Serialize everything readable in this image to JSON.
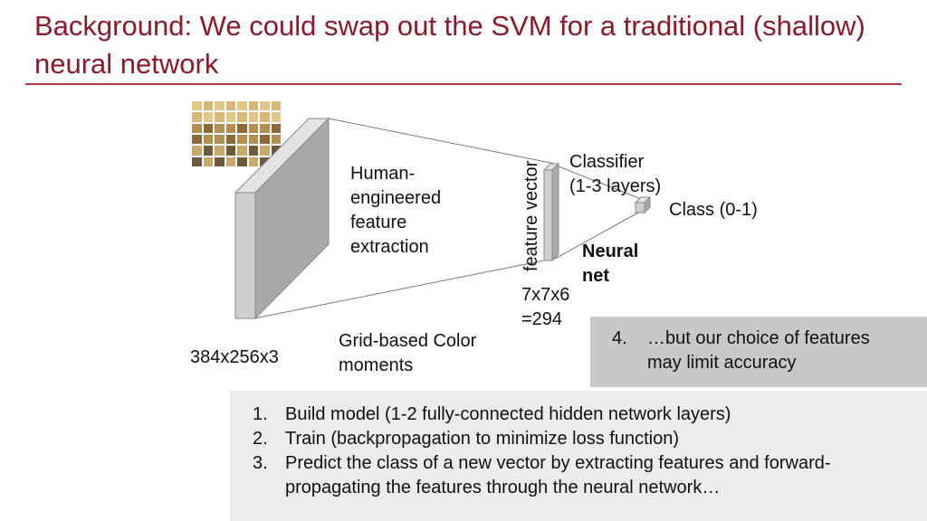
{
  "title": "Background: We could swap out the SVM for a traditional (shallow) neural network",
  "colors": {
    "title": "#8b1a2a",
    "rule": "#b03a48",
    "slab": "#c8c8c8",
    "callout_bg": "#c8c8c8",
    "steps_bg": "#ececec"
  },
  "diagram": {
    "image_icon": "image-mosaic-icon",
    "input_size": "384x256x3",
    "extraction_label": [
      "Human-",
      "engineered",
      "feature",
      "extraction"
    ],
    "grid_label": [
      "Grid-based Color",
      "moments"
    ],
    "vector_label": "feature vector",
    "vector_size": [
      "7x7x6",
      "=294"
    ],
    "classifier_label": [
      "Classifier",
      "(1-3 layers)"
    ],
    "neural_net_label": [
      "Neural",
      "net"
    ],
    "class_label": "Class (0-1)"
  },
  "callout": {
    "number": "4.",
    "lines": [
      "…but our choice of features",
      "may limit accuracy"
    ]
  },
  "steps": [
    {
      "number": "1.",
      "lines": [
        "Build model (1-2 fully-connected hidden network layers)"
      ]
    },
    {
      "number": "2.",
      "lines": [
        "Train (backpropagation to minimize loss function)"
      ]
    },
    {
      "number": "3.",
      "lines": [
        "Predict the class of a new vector by extracting features and forward-",
        "propagating the features through the neural network…"
      ]
    }
  ]
}
